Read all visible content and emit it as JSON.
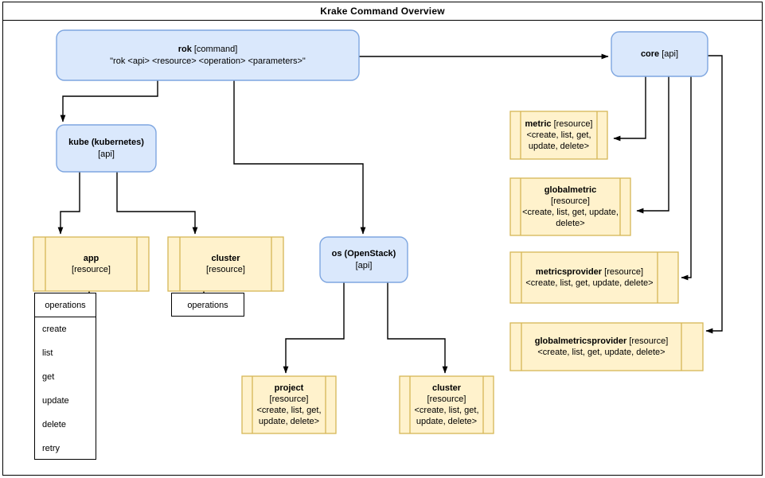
{
  "window": {
    "title": "Krake Command Overview"
  },
  "colors": {
    "api_fill": "#dae8fc",
    "api_stroke": "#7ea6e0",
    "resource_fill": "#fff2cc",
    "resource_stroke": "#d6b656",
    "plain_fill": "#ffffff",
    "plain_stroke": "#000000",
    "edge": "#000000"
  },
  "nodes": {
    "rok": {
      "name": "rok",
      "kind": "[command]",
      "signature": "\"rok <api> <resource> <operation> <parameters>\""
    },
    "core": {
      "name": "core",
      "kind": "[api]"
    },
    "kube": {
      "name": "kube (kubernetes)",
      "kind": "[api]"
    },
    "os": {
      "name": "os (OpenStack)",
      "kind": "[api]"
    },
    "app": {
      "name": "app",
      "kind": "[resource]"
    },
    "kube_cluster": {
      "name": "cluster",
      "kind": "[resource]"
    },
    "os_project": {
      "name": "project",
      "kind": "[resource]",
      "ops": "<create, list, get, update, delete>"
    },
    "os_cluster": {
      "name": "cluster",
      "kind": "[resource]",
      "ops": "<create, list, get, update, delete>"
    },
    "metric": {
      "name": "metric",
      "kind": "[resource]",
      "ops": "<create, list, get, update, delete>"
    },
    "globalmetric": {
      "name": "globalmetric",
      "kind": "[resource]",
      "ops": "<create, list, get, update, delete>"
    },
    "metricsprovider": {
      "name": "metricsprovider",
      "kind": "[resource]",
      "ops": "<create, list, get, update, delete>"
    },
    "globalmetricsprovider": {
      "name": "globalmetricsprovider",
      "kind": "[resource]",
      "ops": "<create, list, get, update, delete>"
    }
  },
  "operations_app": {
    "header": "operations",
    "items": [
      "create",
      "list",
      "get",
      "update",
      "delete",
      "retry"
    ]
  },
  "operations_cluster": {
    "header": "operations"
  }
}
